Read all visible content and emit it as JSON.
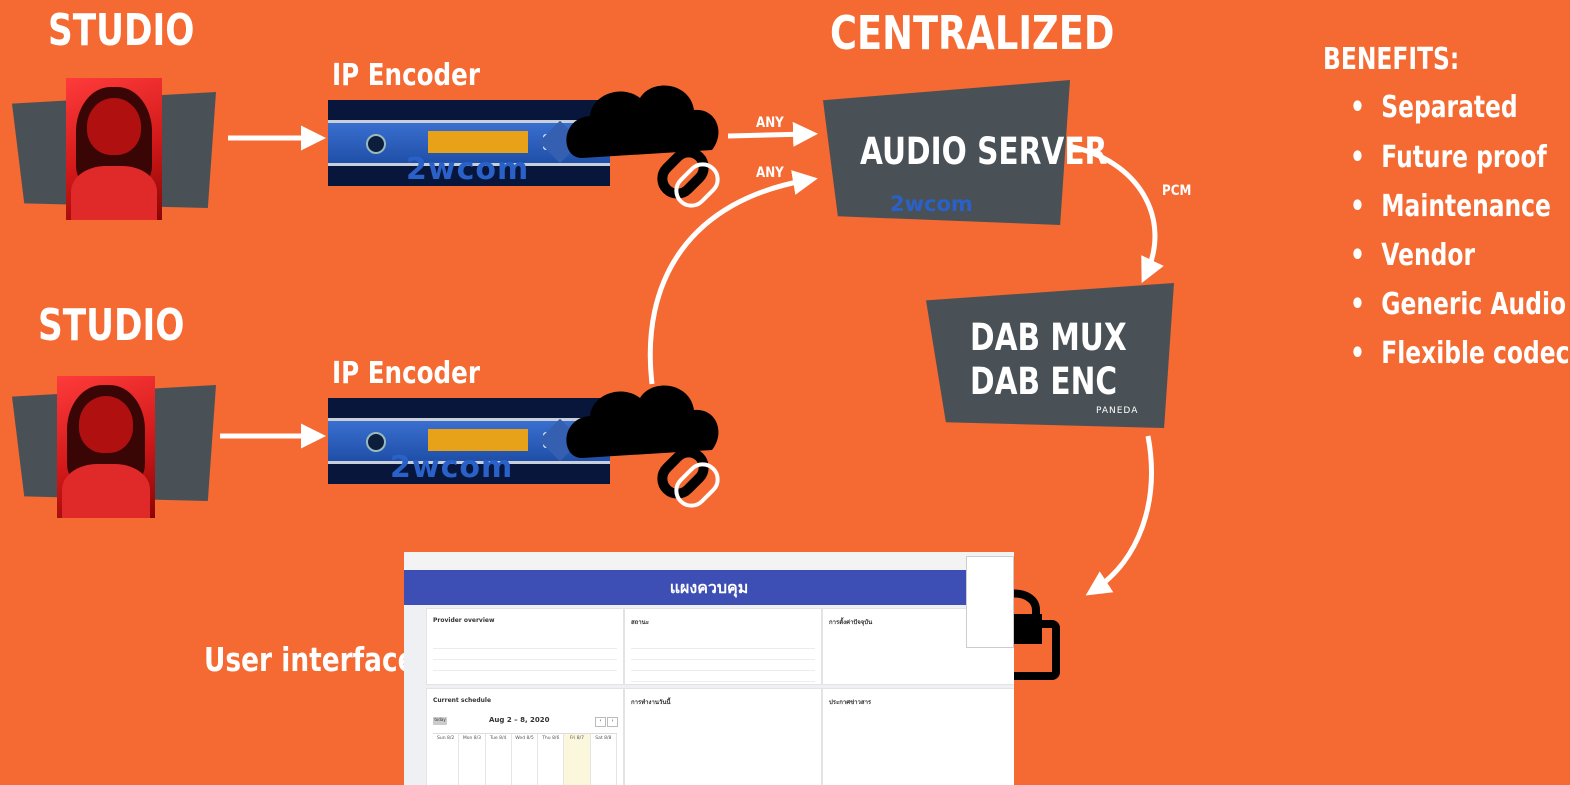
{
  "studios": [
    {
      "label": "STUDIO"
    },
    {
      "label": "STUDIO"
    }
  ],
  "encoders": [
    {
      "label": "IP Encoder",
      "brand": "2wcom"
    },
    {
      "label": "IP Encoder",
      "brand": "2wcom"
    }
  ],
  "centralized": {
    "label": "CENTRALIZED"
  },
  "links": {
    "any_top": "ANY",
    "any_bottom": "ANY",
    "pcm": "PCM"
  },
  "audio_server": {
    "label": "AUDIO SERVER",
    "brand": "2wcom"
  },
  "dab": {
    "line1": "DAB MUX",
    "line2": "DAB ENC",
    "brand": "PANEDA"
  },
  "benefits": {
    "title": "BENEFITS:",
    "items": [
      "Separated",
      "Future proof",
      "Maintenance",
      "Vendor",
      "Generic Audio",
      "Flexible codec"
    ]
  },
  "user_interface": {
    "label": "User interface",
    "banner_title": "แผงควบคุม",
    "cards": {
      "provider": {
        "title": "Provider overview"
      },
      "status": {
        "title": "สถานะ"
      },
      "settings": {
        "title": "การตั้งค่าปัจจุบัน"
      },
      "schedule": {
        "title": "Current schedule",
        "today": "today",
        "week_label": "Aug 2 – 8, 2020",
        "days": [
          "Sun 8/2",
          "Mon 8/3",
          "Tue 8/4",
          "Wed 8/5",
          "Thu 8/6",
          "Fri 8/7",
          "Sat 8/8"
        ]
      },
      "work": {
        "title": "การทำงานวันนี้"
      },
      "news": {
        "title": "ประกาศข่าวสาร"
      }
    }
  },
  "colors": {
    "background": "#f46a32",
    "panel": "#4a5156",
    "ui_banner": "#3d4fb5"
  }
}
